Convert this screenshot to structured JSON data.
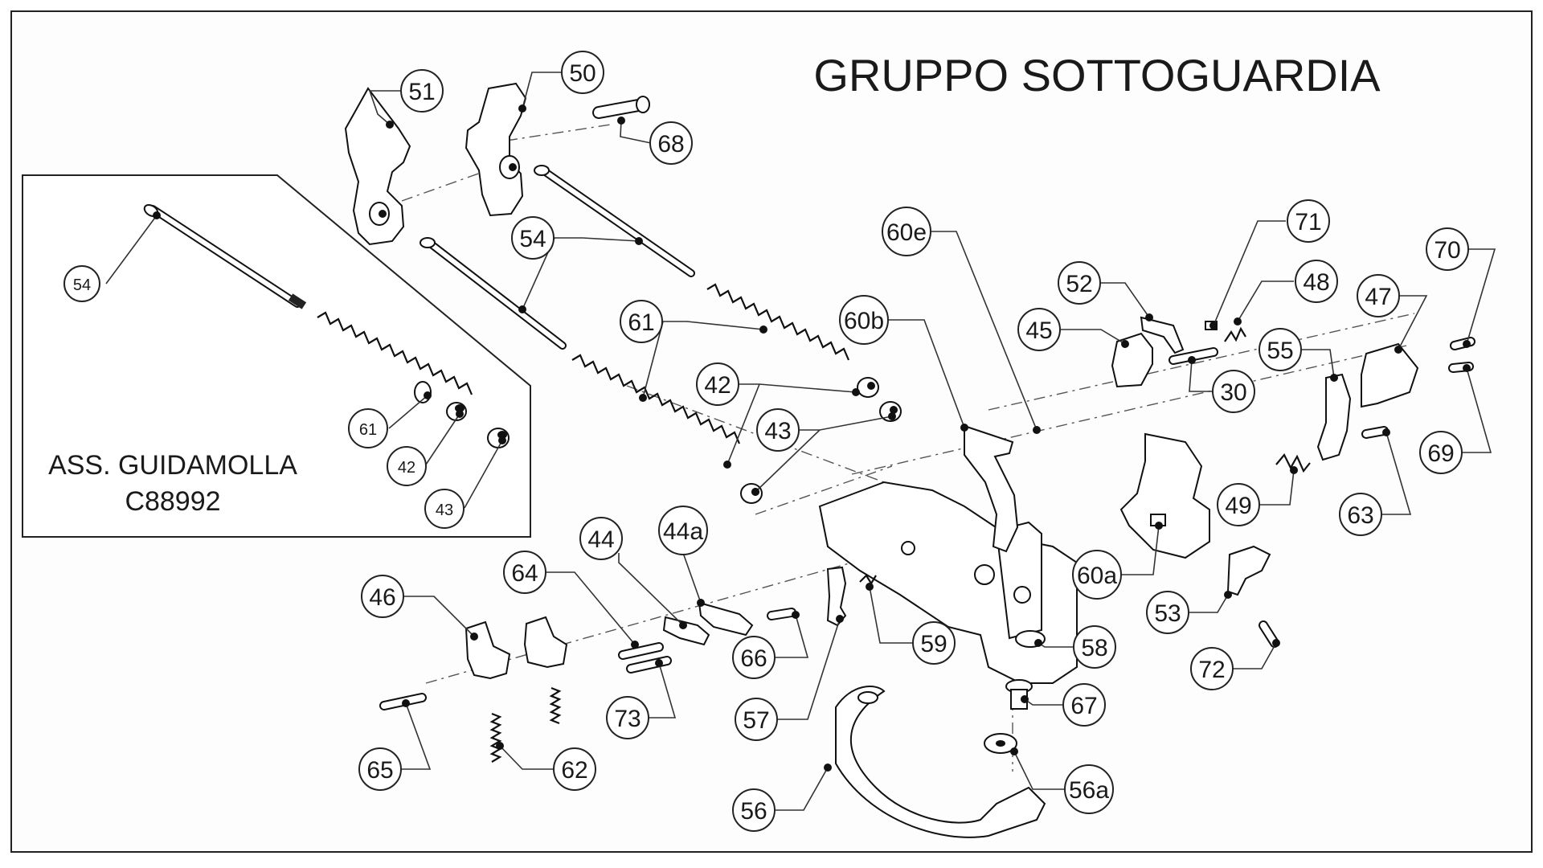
{
  "title": "GRUPPO SOTTOGUARDIA",
  "inset": {
    "line1": "ASS. GUIDAMOLLA",
    "line2": "C88992"
  },
  "labels": {
    "l51": "51",
    "l50": "50",
    "l68": "68",
    "l54": "54",
    "l61": "61",
    "l42": "42",
    "l43": "43",
    "l60e": "60e",
    "l60b": "60b",
    "l52": "52",
    "l45": "45",
    "l71": "71",
    "l48": "48",
    "l30": "30",
    "l47": "47",
    "l70": "70",
    "l55": "55",
    "l69": "69",
    "l63": "63",
    "l49": "49",
    "l60a": "60a",
    "l53": "53",
    "l72": "72",
    "l46": "46",
    "l64": "64",
    "l44": "44",
    "l44a": "44a",
    "l66": "66",
    "l59": "59",
    "l58": "58",
    "l57": "57",
    "l73": "73",
    "l65": "65",
    "l62": "62",
    "l67": "67",
    "l56a": "56a",
    "l56": "56",
    "i54": "54",
    "i61": "61",
    "i42": "42",
    "i43": "43"
  }
}
